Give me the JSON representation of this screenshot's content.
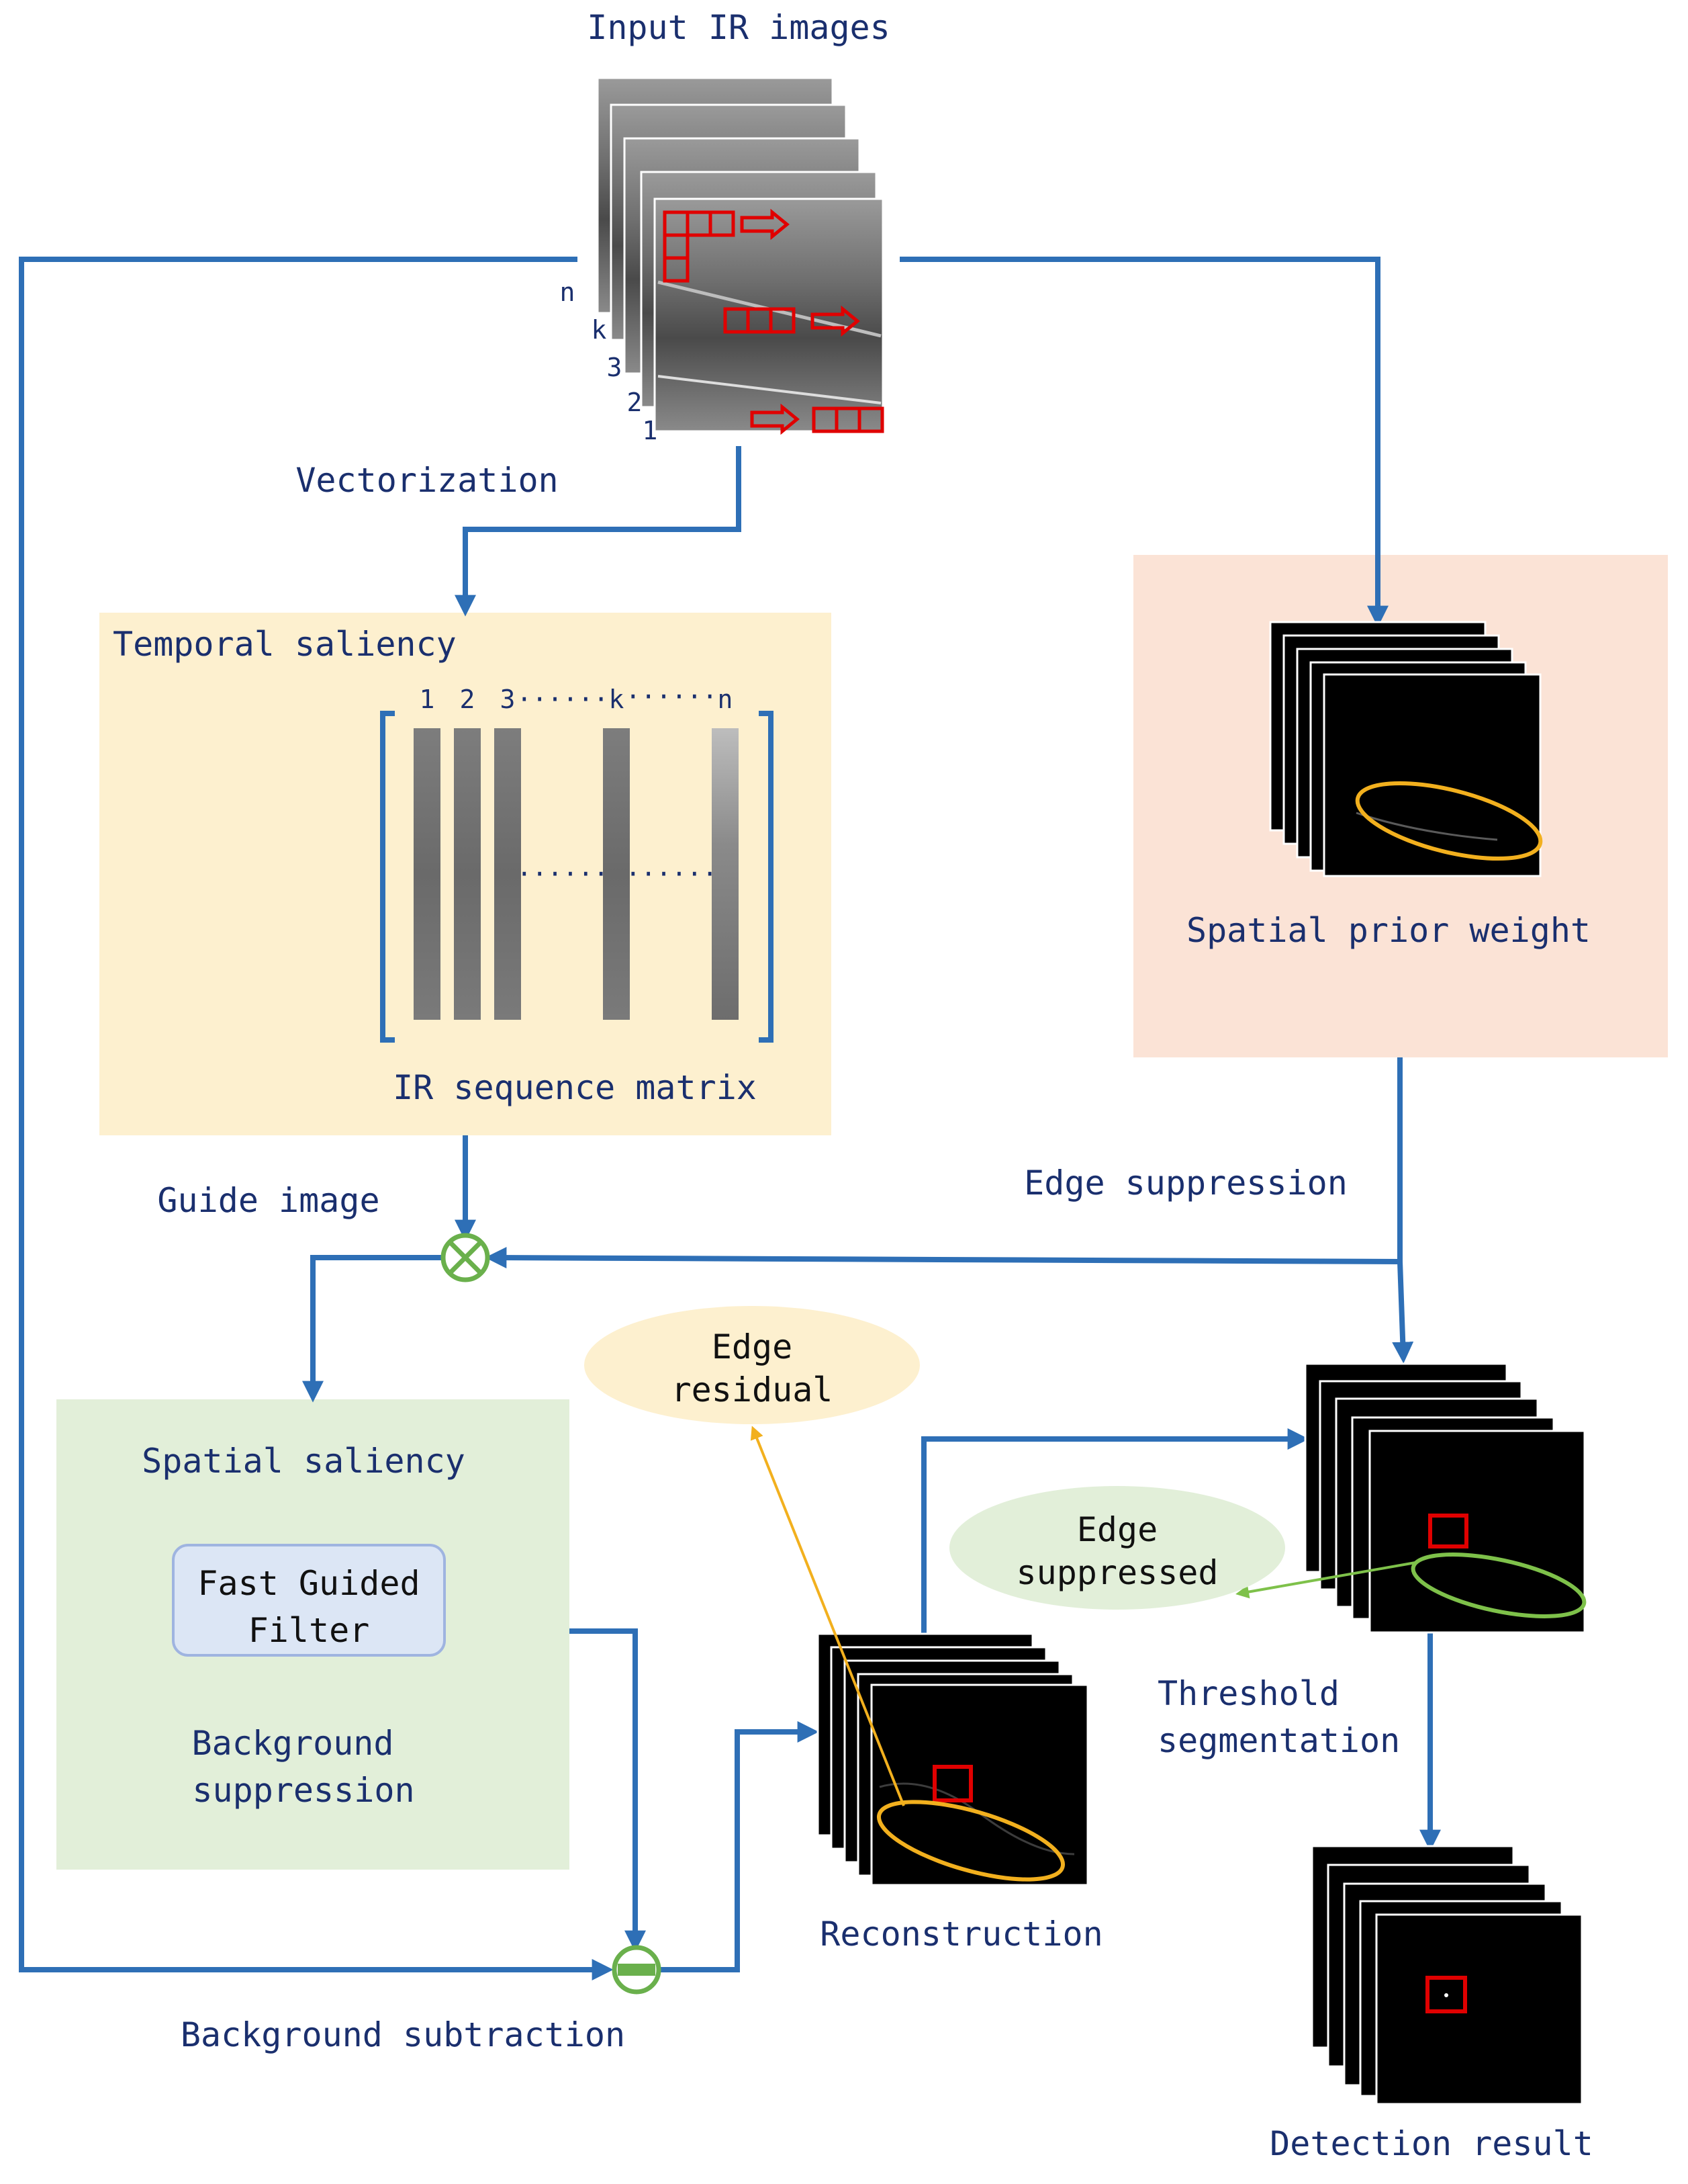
{
  "title": "Input IR images",
  "frame_labels": [
    "n",
    "k",
    "3",
    "2",
    "1"
  ],
  "steps": {
    "vectorization": "Vectorization",
    "temporal_saliency": "Temporal saliency",
    "ir_sequence_matrix": "IR sequence matrix",
    "matrix_columns": [
      "1",
      "2",
      "3",
      "······",
      "k",
      "······",
      "n"
    ],
    "matrix_mid_dots": "······",
    "guide_image": "Guide image",
    "spatial_saliency": "Spatial saliency",
    "fast_guided_filter": [
      "Fast Guided",
      "Filter"
    ],
    "background_suppression": [
      "Background",
      "suppression"
    ],
    "background_subtraction": "Background subtraction",
    "reconstruction": "Reconstruction",
    "edge_residual": [
      "Edge",
      "residual"
    ],
    "spatial_prior_weight": "Spatial prior weight",
    "edge_suppression": "Edge suppression",
    "edge_suppressed": [
      "Edge",
      "suppressed"
    ],
    "threshold_segmentation": [
      "Threshold",
      "segmentation"
    ],
    "detection_result": "Detection result"
  },
  "colors": {
    "flow": "#2e6fb6",
    "temporal_panel": "#fdf0cf",
    "spatial_prior_panel": "#fbe3d6",
    "spatial_saliency_panel": "#e2efd9",
    "edge_residual_pill": "#fdf0cf",
    "edge_suppressed_pill": "#e2efd9",
    "text": "#1a2f6e",
    "target_box": "#e00000",
    "orange_ellipse": "#f2b01e",
    "green_ellipse": "#7ec14a",
    "operator": "#6ab04c"
  }
}
